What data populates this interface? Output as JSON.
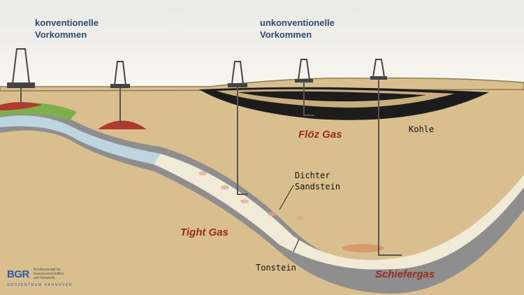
{
  "headings": {
    "conventional": [
      "konventionelle",
      "Vorkommen"
    ],
    "unconventional": [
      "unkonventionelle",
      "Vorkommen"
    ]
  },
  "labels": {
    "floez_gas": "Flöz Gas",
    "kohle": "Kohle",
    "dichter_sandstein": [
      "Dichter",
      "Sandstein"
    ],
    "tight_gas": "Tight Gas",
    "tonstein": "Tonstein",
    "schiefergas": "Schiefergas"
  },
  "logo": {
    "acronym": "BGR",
    "name": [
      "Bundesanstalt für",
      "Geowissenschaften",
      "und Rohstoffe"
    ],
    "subline": "GEOZENTRUM HANNOVER"
  },
  "colors": {
    "ground": "#d8bf8d",
    "shale": "#8e8e8e",
    "sandstone": "#f1ead6",
    "water": "#bcd5de",
    "coal": "#1c1c1c",
    "label_red": "#9b2a1e",
    "heading": "#2d4a70"
  }
}
